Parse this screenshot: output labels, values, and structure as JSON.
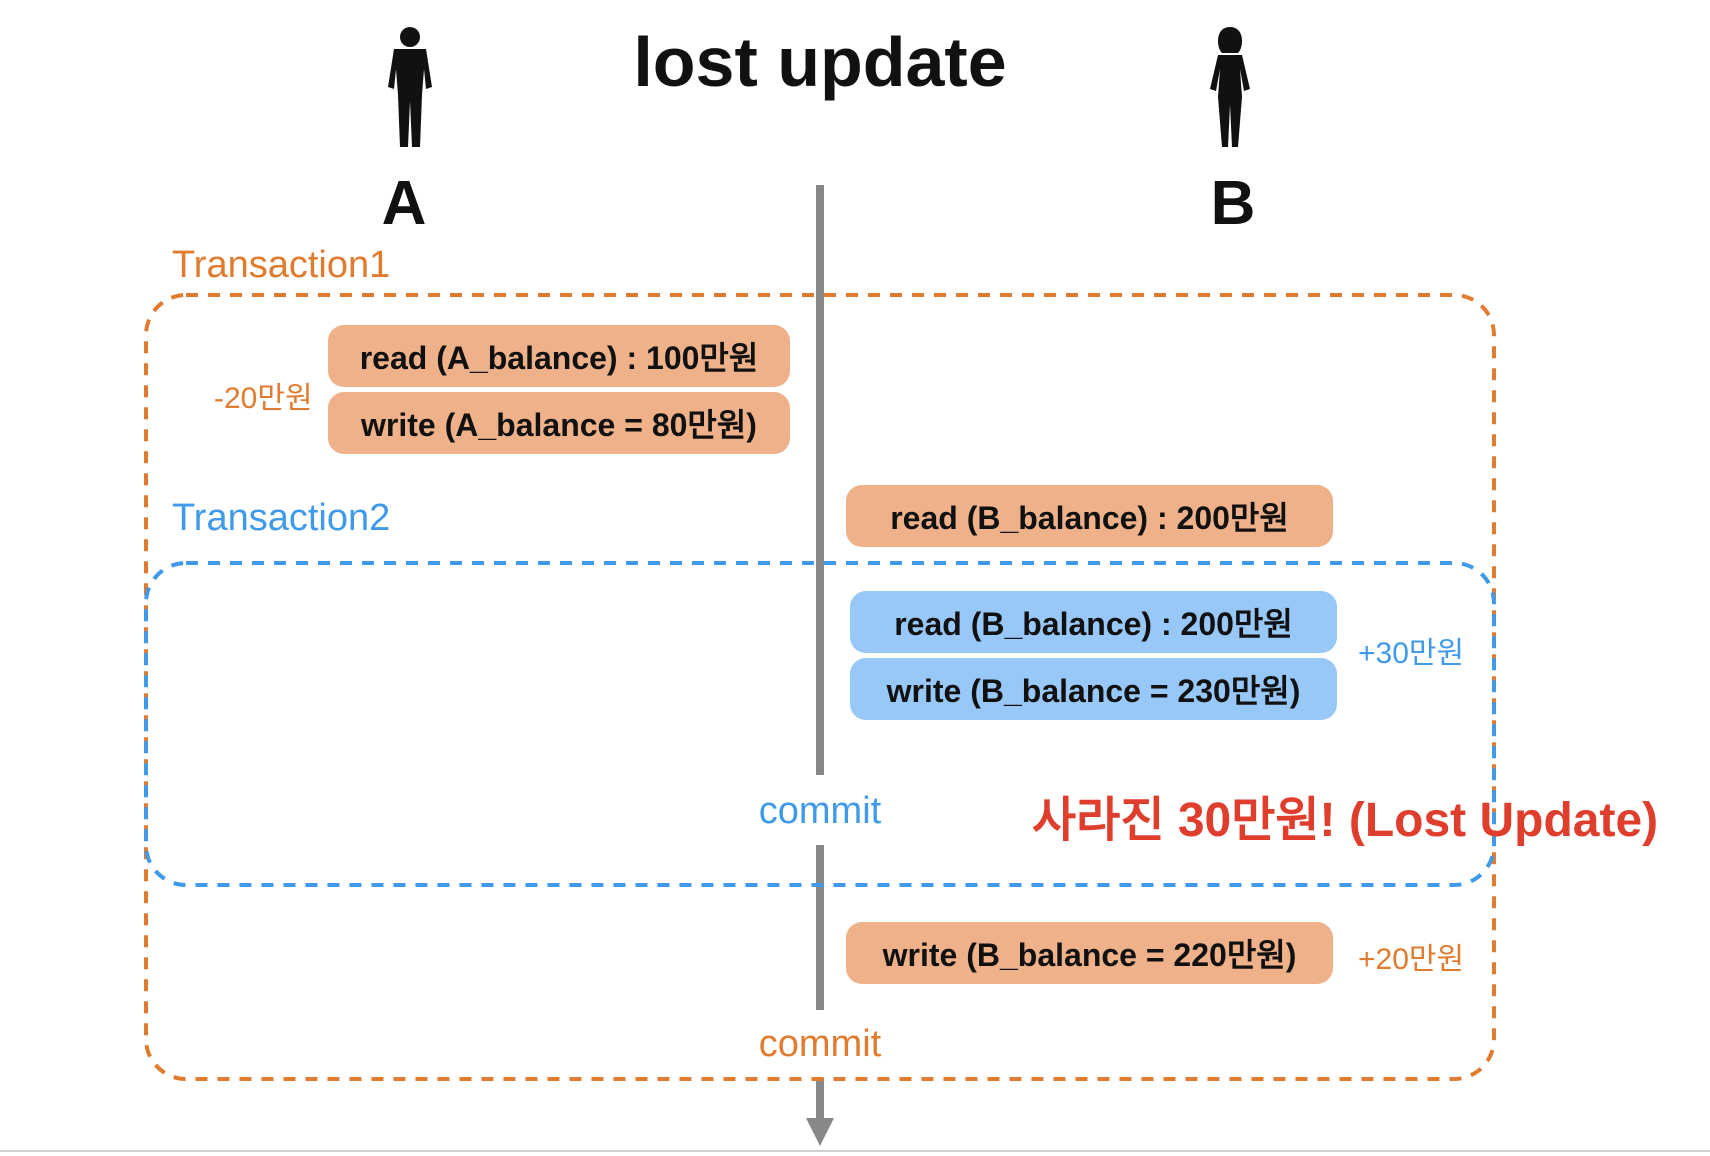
{
  "title": "lost update",
  "users": {
    "a": "A",
    "b": "B"
  },
  "transactions": {
    "t1": {
      "label": "Transaction1",
      "color": "#e07b2f",
      "commit": "commit"
    },
    "t2": {
      "label": "Transaction2",
      "color": "#3f9ae9",
      "commit": "commit"
    }
  },
  "boxes": {
    "a_read": "read (A_balance) : 100만원",
    "a_write": "write (A_balance = 80만원)",
    "t1_b_read": "read (B_balance) : 200만원",
    "t2_b_read": "read (B_balance) : 200만원",
    "t2_b_write": "write (B_balance = 230만원)",
    "t1_b_write": "write (B_balance = 220만원)"
  },
  "deltas": {
    "a": "-20만원",
    "t2": "+30만원",
    "t1_b": "+20만원"
  },
  "lost_note": "사라진 30만원! (Lost Update)",
  "colors": {
    "orange_box": "#efb189",
    "blue_box": "#97c8f7",
    "timeline": "#888888",
    "alert": "#e03e2d"
  }
}
